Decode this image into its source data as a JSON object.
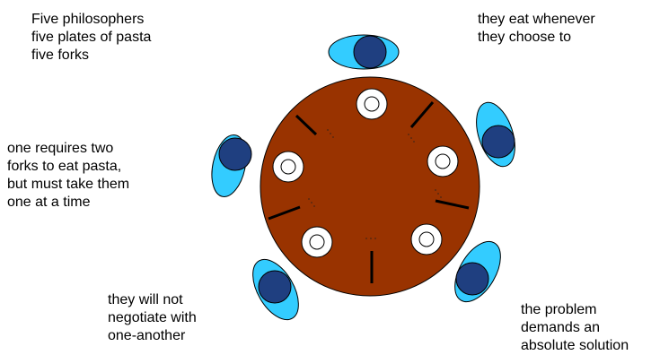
{
  "annotations": {
    "setup": [
      "Five philosophers",
      "five plates of pasta",
      "five forks"
    ],
    "eating": [
      "they eat whenever",
      "they choose to"
    ],
    "forks_rule": [
      "one requires two",
      "forks to eat pasta,",
      "but must take them",
      "one at a time"
    ],
    "no_negotiation": [
      "they will not",
      "negotiate with",
      "one-another"
    ],
    "solution": [
      "the problem",
      "demands an",
      "absolute solution"
    ]
  },
  "colors": {
    "table": "#993300",
    "philosopher_body": "#33ccff",
    "philosopher_head": "#1f3f80",
    "plate": "#ffffff",
    "fork": "#000000"
  }
}
